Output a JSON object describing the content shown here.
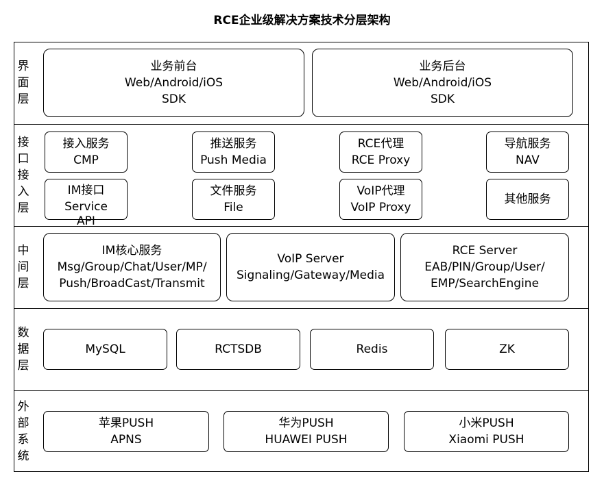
{
  "title": "RCE企业级解决方案技术分层架构",
  "layers": [
    {
      "name": "ui-layer",
      "label": [
        "界",
        "面",
        "层"
      ]
    },
    {
      "name": "access-layer",
      "label": [
        "接",
        "口",
        "接",
        "入",
        "层"
      ]
    },
    {
      "name": "middle-layer",
      "label": [
        "中",
        "间",
        "层"
      ]
    },
    {
      "name": "data-layer",
      "label": [
        "数",
        "据",
        "层"
      ]
    },
    {
      "name": "external-layer",
      "label": [
        "外",
        "部",
        "系",
        "统"
      ]
    }
  ],
  "ui_boxes": [
    {
      "lines": [
        "业务前台",
        "Web/Android/iOS",
        "SDK"
      ]
    },
    {
      "lines": [
        "业务后台",
        "Web/Android/iOS",
        "SDK"
      ]
    }
  ],
  "access_boxes": [
    {
      "lines": [
        "接入服务",
        "CMP"
      ]
    },
    {
      "lines": [
        "推送服务",
        "Push Media"
      ]
    },
    {
      "lines": [
        "RCE代理",
        "RCE Proxy"
      ]
    },
    {
      "lines": [
        "导航服务",
        "NAV"
      ]
    },
    {
      "lines": [
        "IM接口",
        "Service",
        "API"
      ]
    },
    {
      "lines": [
        "文件服务",
        "File"
      ]
    },
    {
      "lines": [
        "VoIP代理",
        "VoIP Proxy"
      ]
    },
    {
      "lines": [
        "其他服务"
      ]
    }
  ],
  "middle_boxes": [
    {
      "lines": [
        "IM核心服务",
        "Msg/Group/Chat/User/MP/",
        "Push/BroadCast/Transmit"
      ]
    },
    {
      "lines": [
        "VoIP Server",
        "Signaling/Gateway/Media"
      ]
    },
    {
      "lines": [
        "RCE Server",
        "EAB/PIN/Group/User/",
        "EMP/SearchEngine"
      ]
    }
  ],
  "data_boxes": [
    {
      "lines": [
        "MySQL"
      ]
    },
    {
      "lines": [
        "RCTSDB"
      ]
    },
    {
      "lines": [
        "Redis"
      ]
    },
    {
      "lines": [
        "ZK"
      ]
    }
  ],
  "external_boxes": [
    {
      "lines": [
        "苹果PUSH",
        "APNS"
      ]
    },
    {
      "lines": [
        "华为PUSH",
        "HUAWEI PUSH"
      ]
    },
    {
      "lines": [
        "小米PUSH",
        "Xiaomi PUSH"
      ]
    }
  ]
}
